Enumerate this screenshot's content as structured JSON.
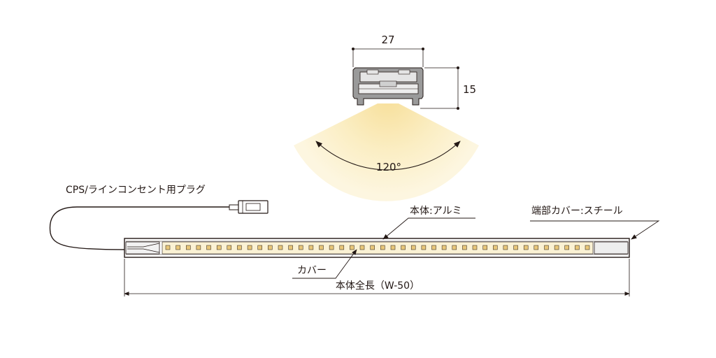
{
  "dimensions": {
    "width": "27",
    "height": "15",
    "beam_angle": "120°",
    "total_length": "本体全長（W-50）"
  },
  "labels": {
    "plug": "CPS/ラインコンセント用プラグ",
    "body_material": "本体:アルミ",
    "end_cover": "端部カバー:スチール",
    "cover": "カバー"
  },
  "colors": {
    "light": "#fbeec4",
    "led": "#e8c77a",
    "line": "#231815"
  },
  "led_count": 42
}
